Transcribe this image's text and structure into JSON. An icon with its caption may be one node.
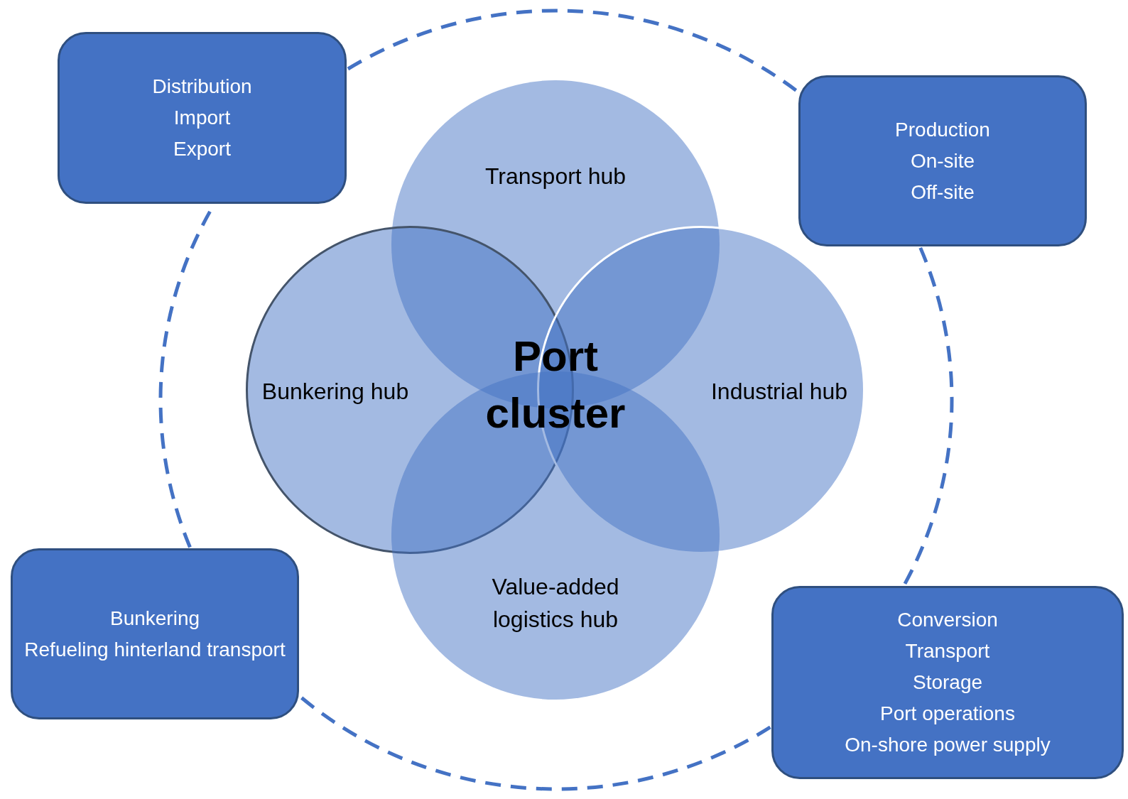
{
  "diagram": {
    "nodes": [
      {
        "text": [
          "Distribution",
          "Import",
          "Export"
        ]
      },
      {
        "text": [
          "Production",
          "On-site",
          "Off-site"
        ]
      },
      {
        "text": [
          "Transport hub"
        ]
      },
      {
        "text": [
          "Bunkering hub"
        ]
      },
      {
        "text": [
          "Industrial hub"
        ]
      },
      {
        "text": [
          "Value-added logistics hub"
        ]
      },
      {
        "text": [
          "Bunkering",
          "Refueling hinterland transport"
        ]
      },
      {
        "text": [
          "Conversion",
          "Transport",
          "Storage",
          "Port operations",
          "On-shore power supply"
        ]
      }
    ],
    "edges": [
      {
        "from": 0,
        "to": 1,
        "arrow": "none",
        "style": "dashed"
      },
      {
        "from": 1,
        "to": 7,
        "arrow": "none",
        "style": "dashed"
      },
      {
        "from": 7,
        "to": 6,
        "arrow": "none",
        "style": "dashed"
      },
      {
        "from": 6,
        "to": 0,
        "arrow": "none",
        "style": "dashed"
      }
    ],
    "labels": [
      "Port cluster"
    ]
  }
}
